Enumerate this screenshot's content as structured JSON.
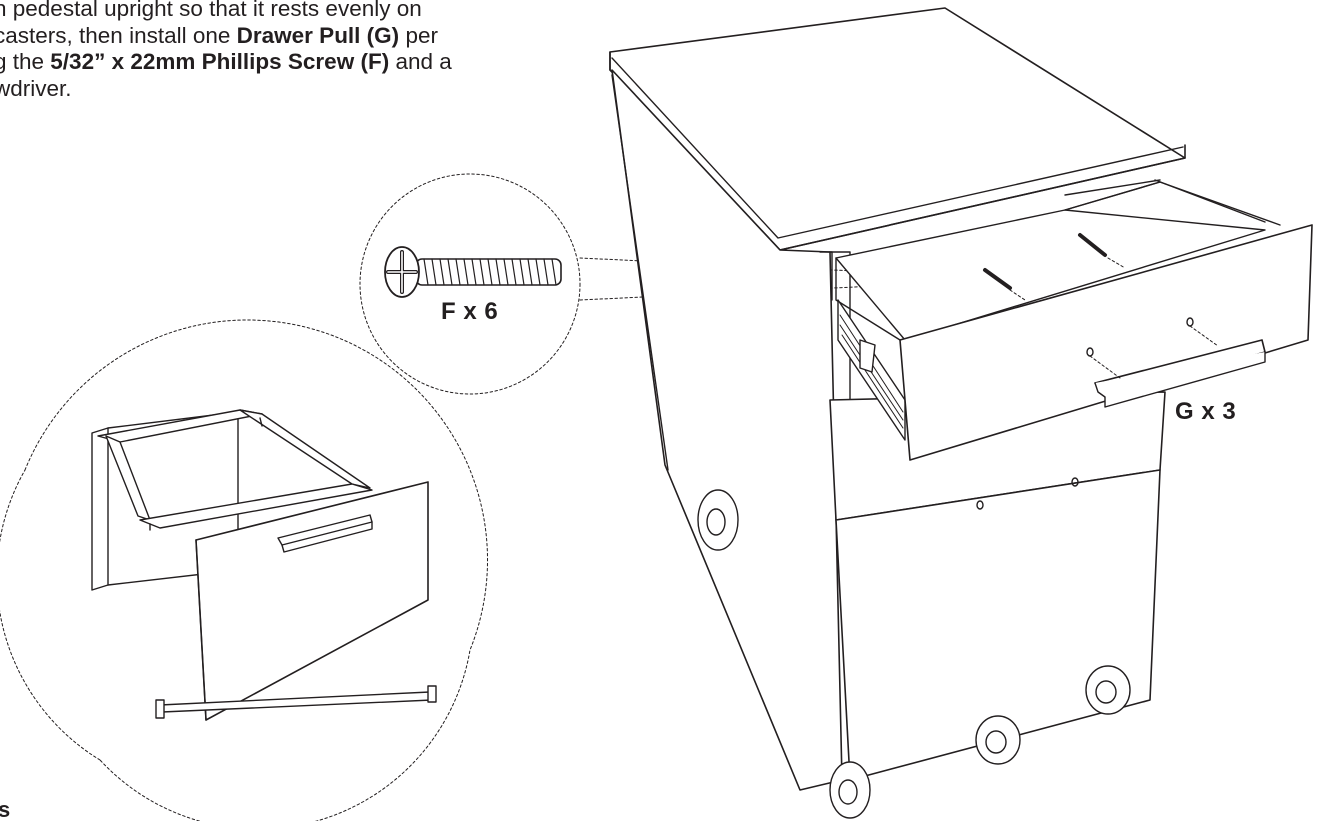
{
  "instructions": {
    "lines": [
      [
        {
          "text": "n pedestal upright so that it rests evenly on",
          "bold": false
        }
      ],
      [
        {
          "text": "casters, then install one ",
          "bold": false
        },
        {
          "text": "Drawer Pull (G)",
          "bold": true
        },
        {
          "text": " per",
          "bold": false
        }
      ],
      [
        {
          "text": "g the ",
          "bold": false
        },
        {
          "text": "5/32” x 22mm Phillips Screw (F)",
          "bold": true
        },
        {
          "text": " and a",
          "bold": false
        }
      ],
      [
        {
          "text": "wdriver.",
          "bold": false
        }
      ]
    ]
  },
  "callouts": {
    "screw_label": "F x 6",
    "pull_label": "G x 3"
  },
  "edge_text": {
    "partial_letter": "s"
  },
  "colors": {
    "ink": "#231f20",
    "paper": "#ffffff"
  }
}
